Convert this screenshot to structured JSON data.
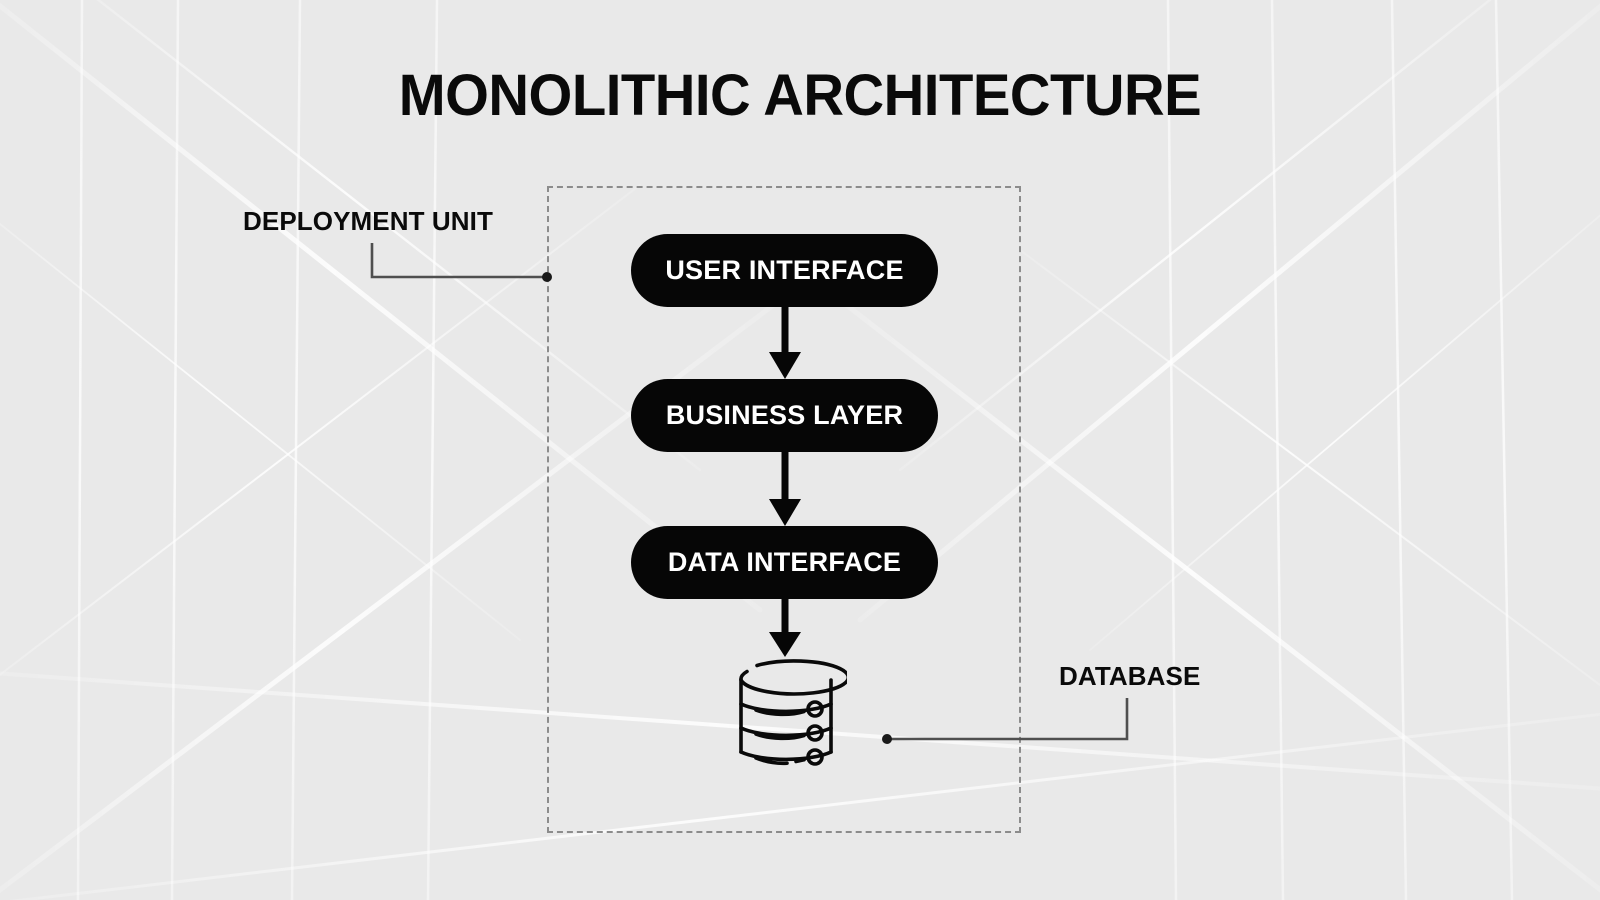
{
  "page": {
    "title": "MONOLITHIC ARCHITECTURE",
    "background_color": "#e9e9e9"
  },
  "diagram": {
    "type": "layered-flow",
    "container": {
      "name": "deployment-unit",
      "label": "DEPLOYMENT UNIT",
      "border_style": "dashed",
      "border_color": "#8c8c8c"
    },
    "layers": [
      {
        "id": "user-interface",
        "label": "USER INTERFACE",
        "fill": "#060606",
        "text_color": "#ffffff"
      },
      {
        "id": "business-layer",
        "label": "BUSINESS LAYER",
        "fill": "#060606",
        "text_color": "#ffffff"
      },
      {
        "id": "data-interface",
        "label": "DATA INTERFACE",
        "fill": "#060606",
        "text_color": "#ffffff"
      }
    ],
    "flow": [
      {
        "from": "user-interface",
        "to": "business-layer",
        "style": "solid-arrow"
      },
      {
        "from": "business-layer",
        "to": "data-interface",
        "style": "solid-arrow"
      },
      {
        "from": "data-interface",
        "to": "database",
        "style": "solid-arrow"
      }
    ],
    "database": {
      "id": "database",
      "label": "DATABASE",
      "icon": "database-cylinder-icon",
      "tiers": 3,
      "stroke_color": "#0a0a0a"
    },
    "callouts": [
      {
        "id": "deployment-unit-callout",
        "label": "DEPLOYMENT UNIT",
        "target": "deployment-unit",
        "line_color": "#4f4f4f"
      },
      {
        "id": "database-callout",
        "label": "DATABASE",
        "target": "database",
        "line_color": "#4f4f4f"
      }
    ]
  }
}
